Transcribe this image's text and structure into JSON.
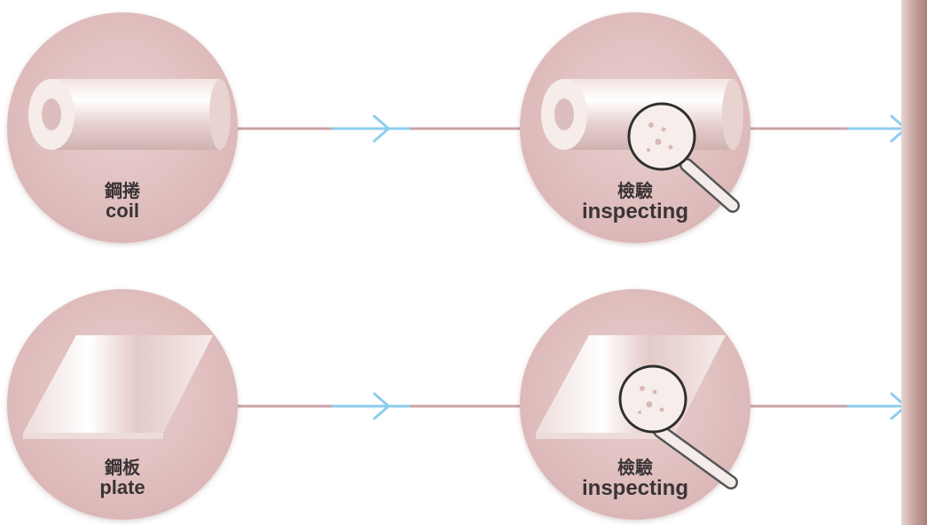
{
  "rows": [
    {
      "source": {
        "zh": "鋼捲",
        "en": "coil",
        "icon": "coil-icon"
      },
      "inspect": {
        "zh": "檢驗",
        "en": "inspecting",
        "icon": "magnifier-icon"
      }
    },
    {
      "source": {
        "zh": "鋼板",
        "en": "plate",
        "icon": "plate-icon"
      },
      "inspect": {
        "zh": "檢驗",
        "en": "inspecting",
        "icon": "magnifier-icon"
      }
    }
  ],
  "colors": {
    "node_fill": "#dfbcbc",
    "line": "#caa3a7",
    "arrow": "#8ecdee",
    "text": "#3a3435"
  }
}
